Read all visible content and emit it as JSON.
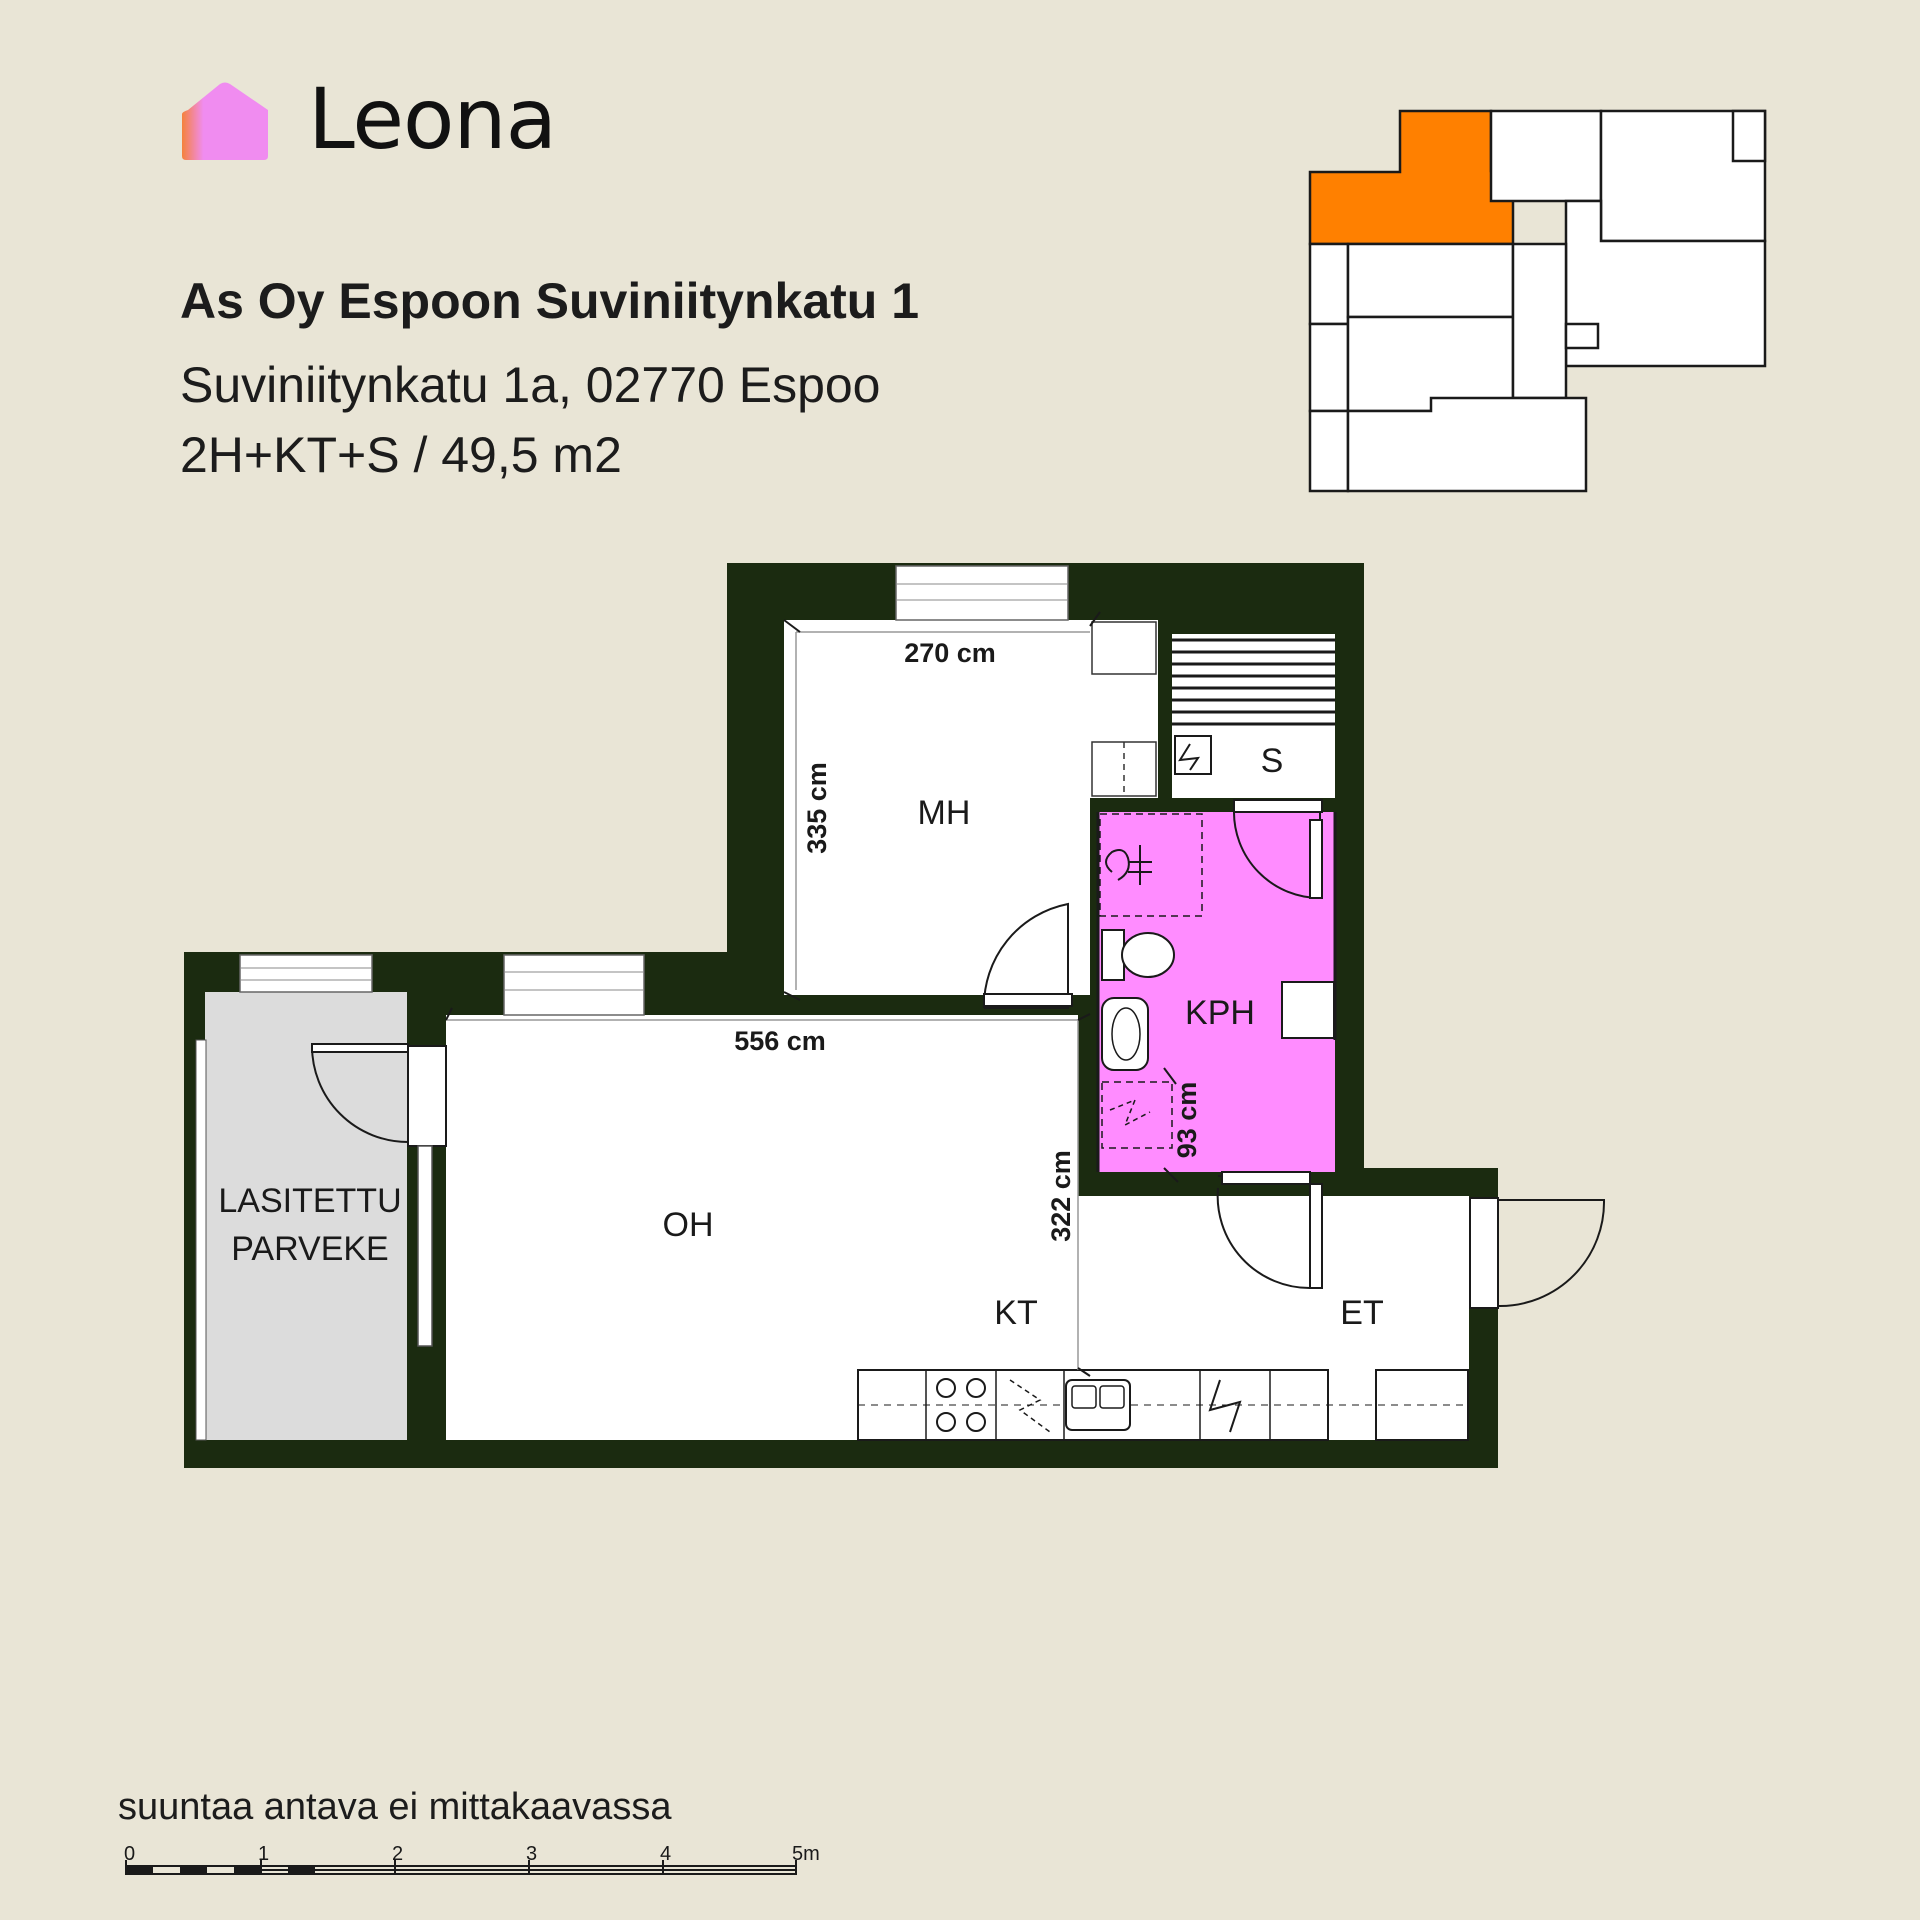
{
  "brand": {
    "name": "Leona",
    "logo_colors": {
      "pink": "#f08cf0",
      "orange": "#f5823c"
    }
  },
  "title": "As Oy Espoon Suviniitynkatu 1",
  "address": "Suviniitynkatu 1a, 02770 Espoo",
  "apartment_type": "2H+KT+S / 49,5 m2",
  "colors": {
    "background": "#e9e5d6",
    "wall": "#1b2b10",
    "bathroom": "#ff8cff",
    "balcony": "#dcdcdc",
    "highlight": "#ff8000"
  },
  "rooms": {
    "bedroom": "MH",
    "sauna": "S",
    "bathroom": "KPH",
    "living": "OH",
    "kitchen": "KT",
    "hall": "ET",
    "balcony_line1": "LASITETTU",
    "balcony_line2": "PARVEKE"
  },
  "dimensions": {
    "bedroom_width": "270 cm",
    "bedroom_depth": "335 cm",
    "living_width": "556 cm",
    "living_depth": "322 cm",
    "bath_dim": "93 cm"
  },
  "note": "suuntaa antava ei mittakaavassa",
  "scale": {
    "labels": [
      "0",
      "1",
      "2",
      "3",
      "4",
      "5m"
    ]
  }
}
